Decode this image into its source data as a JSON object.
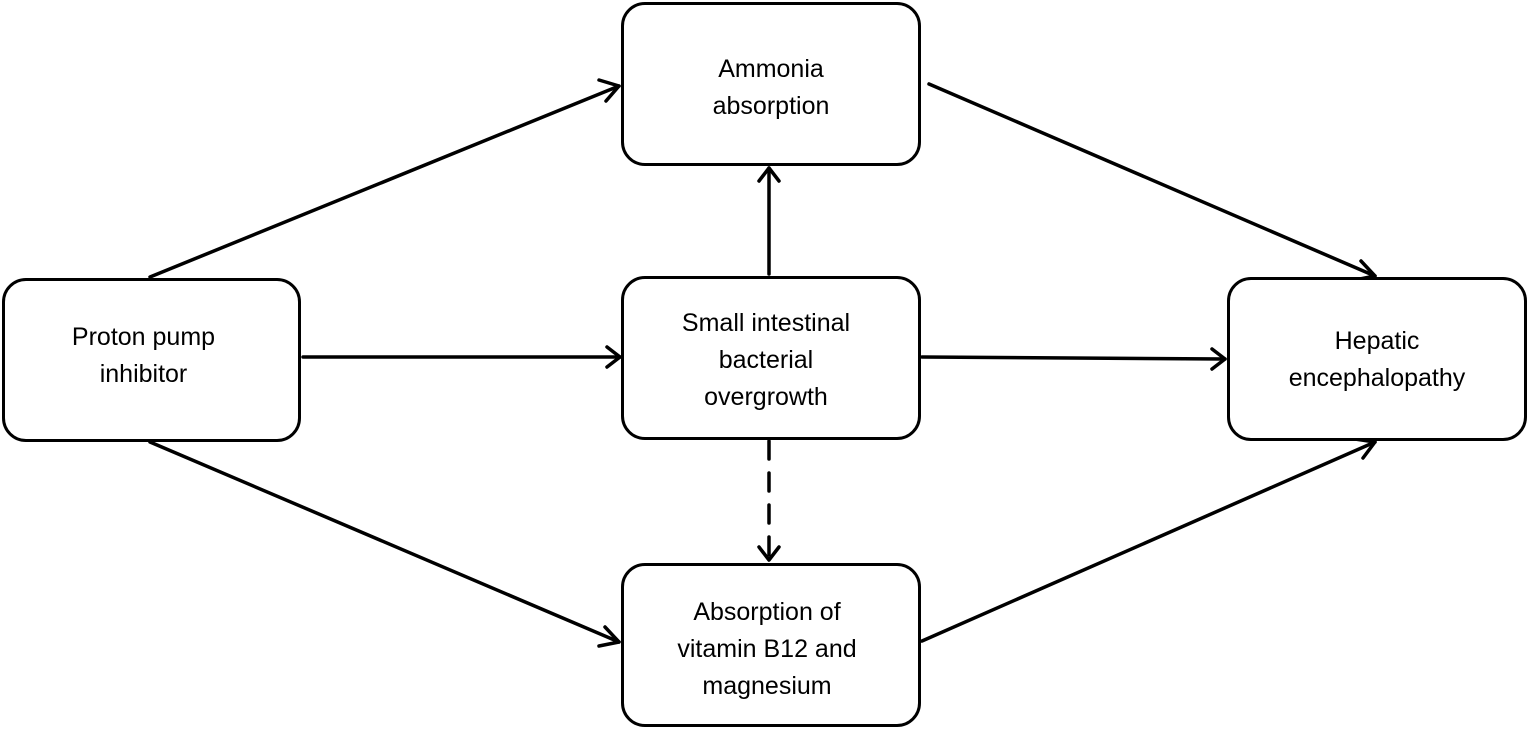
{
  "diagram": {
    "colors": {
      "stroke": "#000000",
      "background": "#ffffff",
      "text": "#000000"
    },
    "nodes": {
      "ppi": {
        "lines": [
          "Proton pump",
          "inhibitor"
        ]
      },
      "ammonia": {
        "lines": [
          "Ammonia",
          "absorption"
        ]
      },
      "sibo": {
        "lines": [
          "Small intestinal",
          "bacterial",
          "overgrowth"
        ]
      },
      "he": {
        "lines": [
          "Hepatic",
          "encephalopathy"
        ]
      },
      "b12": {
        "lines": [
          "Absorption of",
          "vitamin B12 and",
          "magnesium"
        ]
      }
    },
    "edges": [
      {
        "from": "ppi",
        "to": "ammonia",
        "style": "solid"
      },
      {
        "from": "ppi",
        "to": "sibo",
        "style": "solid"
      },
      {
        "from": "ppi",
        "to": "b12",
        "style": "solid"
      },
      {
        "from": "sibo",
        "to": "ammonia",
        "style": "solid"
      },
      {
        "from": "sibo",
        "to": "b12",
        "style": "dashed"
      },
      {
        "from": "sibo",
        "to": "he",
        "style": "solid"
      },
      {
        "from": "ammonia",
        "to": "he",
        "style": "solid"
      },
      {
        "from": "b12",
        "to": "he",
        "style": "solid"
      }
    ]
  }
}
